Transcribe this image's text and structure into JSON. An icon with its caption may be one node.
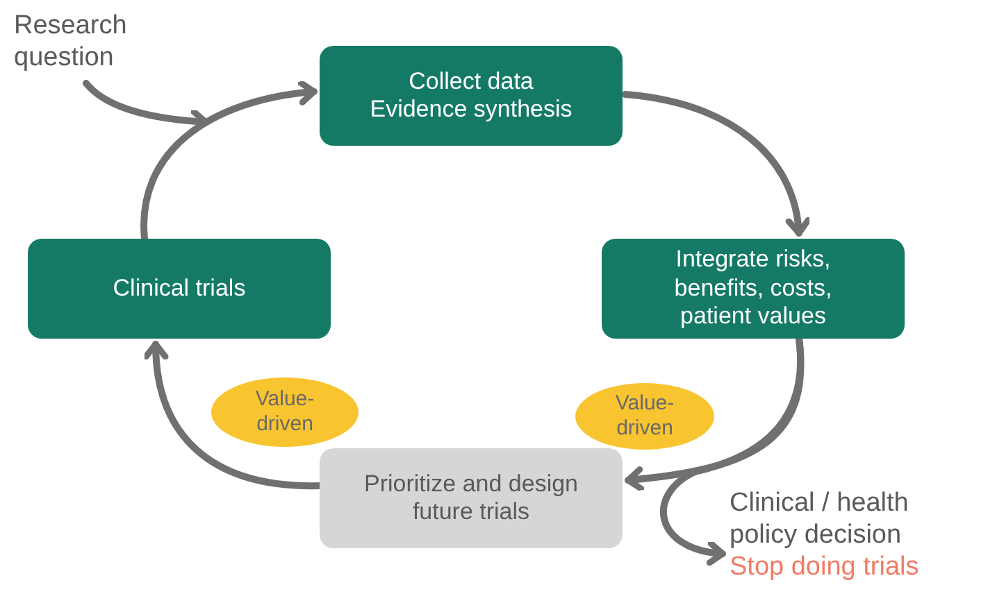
{
  "diagram": {
    "nodes": [
      {
        "text": [
          "Research question"
        ]
      },
      {
        "text": [
          "Collect data Evidence synthesis"
        ]
      },
      {
        "text": [
          "Integrate risks, benefits, costs, patient values"
        ]
      },
      {
        "text": [
          "Prioritize and design future trials"
        ]
      },
      {
        "text": [
          "Clinical trials"
        ]
      },
      {
        "text": [
          "Value-driven"
        ]
      },
      {
        "text": [
          "Value-driven"
        ]
      },
      {
        "text": [
          "Clinical / health policy decision",
          "Stop doing trials"
        ]
      }
    ],
    "edges": [
      {
        "from": 0,
        "to": null,
        "arrow": "to"
      },
      {
        "from": 4,
        "to": 1,
        "arrow": "to"
      },
      {
        "from": 1,
        "to": 2,
        "arrow": "to"
      },
      {
        "from": 2,
        "to": 3,
        "arrow": "to"
      },
      {
        "from": 2,
        "to": 7,
        "arrow": "to"
      },
      {
        "from": 3,
        "to": 4,
        "arrow": "to"
      }
    ]
  }
}
